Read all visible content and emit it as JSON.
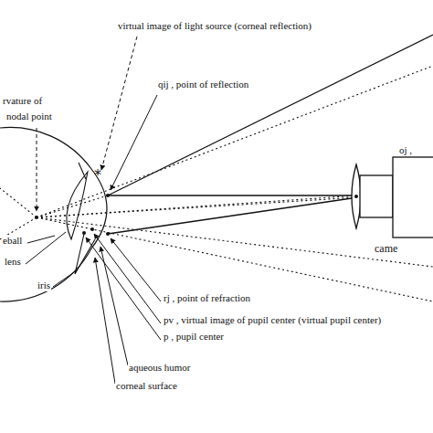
{
  "diagram": {
    "nodes": [
      {
        "text": [
          "came"
        ]
      }
    ],
    "labels": [
      "virtual image of light source (corneal reflection)",
      "qij , point of reflection",
      "rvature of",
      "nodal point",
      "oj ,",
      "eball",
      "lens",
      "iris",
      "rj , point of refraction",
      "pv , virtual image of pupil center (virtual pupil center)",
      "p , pupil center",
      "aqueous humor",
      "corneal surface"
    ]
  }
}
